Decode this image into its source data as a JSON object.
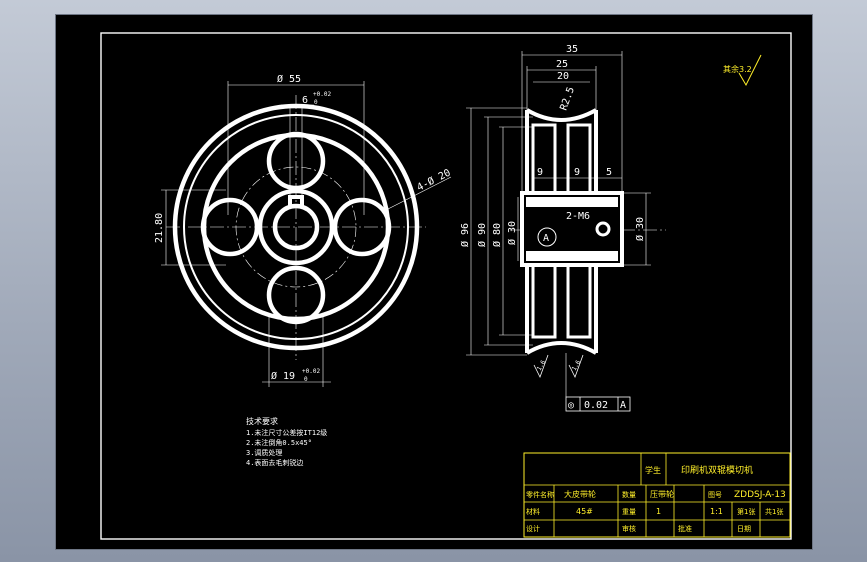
{
  "drawing": {
    "front_view": {
      "dim_outer": "Ø 55",
      "dim_keyway": "6",
      "dim_keyway_tol_upper": "+0.02",
      "dim_keyway_tol_lower": "0",
      "dim_pcd": "4-Ø 20",
      "dim_hole_spacing": "21.80",
      "dim_hole_dia": "Ø 19",
      "dim_hole_tol_upper": "+0.02",
      "dim_hole_tol_lower": "0"
    },
    "side_view": {
      "dim_total_width": "35",
      "dim_width_25": "25",
      "dim_width_20": "20",
      "dim_radius": "R2.5",
      "dim_groove_left": "9",
      "dim_groove_right": "9",
      "dim_right_5": "5",
      "dim_d96": "Ø 96",
      "dim_d90": "Ø 90",
      "dim_d80": "Ø 80",
      "dim_d30_left": "Ø 30",
      "dim_d30_right": "Ø 30",
      "thread_note": "2-M6",
      "datum_label": "A",
      "roughness_left": "1.6",
      "roughness_right": "1.6"
    },
    "tolerance_frame": {
      "symbol": "◎",
      "value": "0.02",
      "datum": "A"
    },
    "surface_roughness_note": "其余3.2",
    "technical_requirements": {
      "title": "技术要求",
      "items": [
        "1.未注尺寸公差按IT12级",
        "2.未注倒角0.5x45°",
        "3.调质处理",
        "4.表面去毛刺锐边"
      ]
    },
    "title_block": {
      "school": "学生",
      "drawing_name": "印刷机双辊模切机",
      "part_label": "零件名称",
      "part_name": "大皮带轮",
      "qty_label": "数量",
      "qty_value": "压带轮",
      "drawing_no_label": "图号",
      "drawing_no": "ZDDSJ-A-13",
      "material_label": "材料",
      "material": "45#",
      "weight_label": "重量",
      "weight_value": "1",
      "scale_value": "1:1",
      "sheet_label": "第1张",
      "total_label": "共1张",
      "designer_label": "设计",
      "check_label": "审核",
      "approve_label": "批准",
      "date_label": "日期"
    }
  }
}
